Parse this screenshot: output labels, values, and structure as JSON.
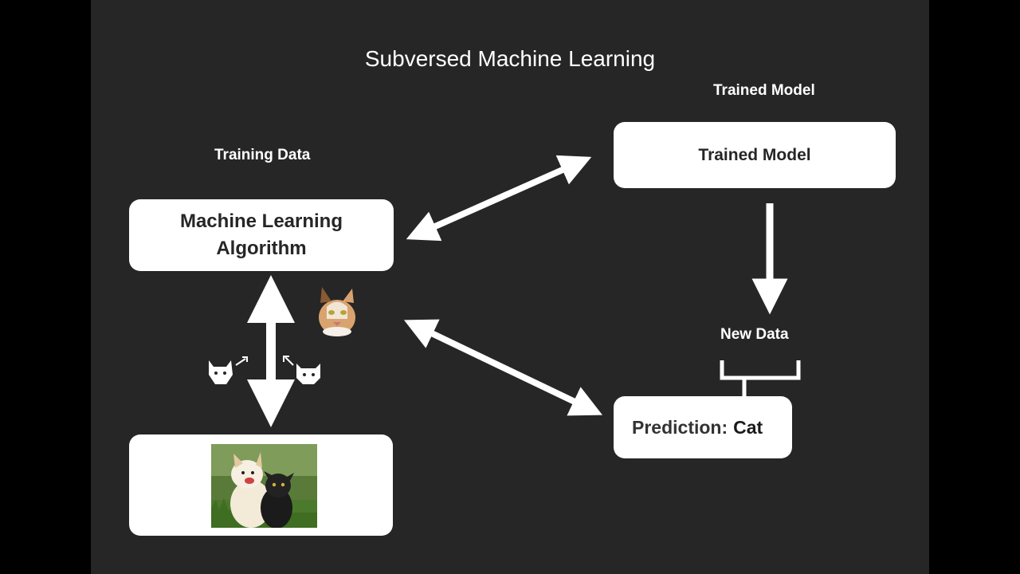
{
  "title": "Subversed Machine Learning",
  "labels": {
    "training_data": "Training Data",
    "trained_model_top": "Trained Model",
    "new_data": "New Data"
  },
  "boxes": {
    "algorithm_line1": "Machine Learning",
    "algorithm_line2": "Algorithm",
    "trained_model": "Trained Model",
    "prediction_prefix": "Prediction:",
    "prediction_value": "Cat"
  },
  "colors": {
    "background": "#262626",
    "box_fill": "#ffffff",
    "arrow": "#ffffff",
    "text_dark": "#262626"
  },
  "icons": [
    "cat-photo-icon",
    "dog-icon",
    "dog-and-cat-photo"
  ]
}
